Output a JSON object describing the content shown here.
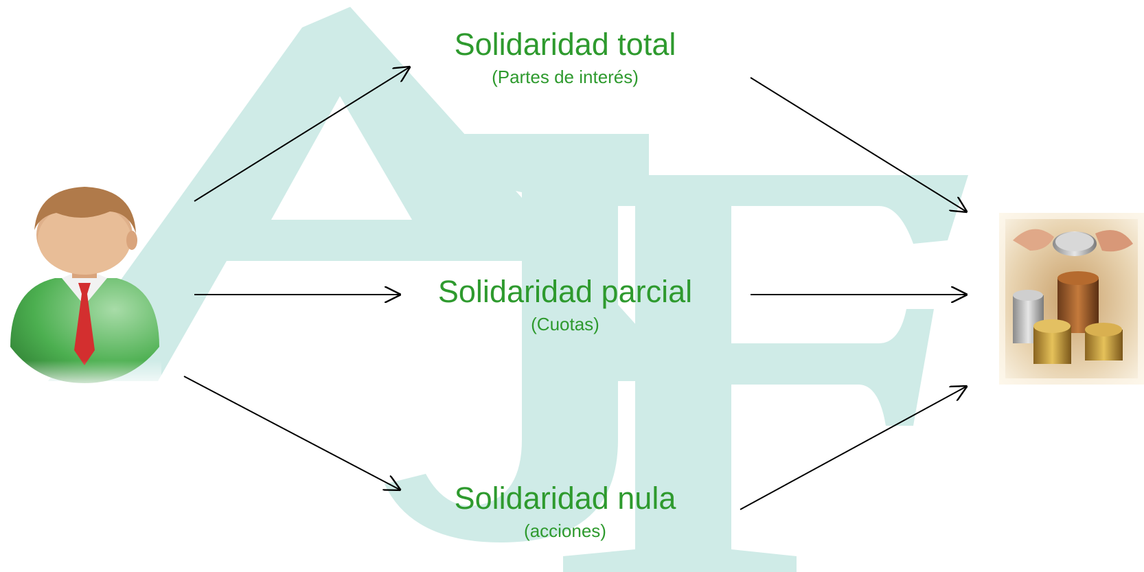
{
  "diagram": {
    "nodes": [
      {
        "id": "total",
        "title": "Solidaridad total",
        "subtitle": "(Partes de interés)"
      },
      {
        "id": "parcial",
        "title": "Solidaridad parcial",
        "subtitle": "(Cuotas)"
      },
      {
        "id": "nula",
        "title": "Solidaridad nula",
        "subtitle": "(acciones)"
      }
    ],
    "edges": [
      {
        "from": "person",
        "to": "total"
      },
      {
        "from": "person",
        "to": "parcial"
      },
      {
        "from": "person",
        "to": "nula"
      },
      {
        "from": "total",
        "to": "coins"
      },
      {
        "from": "parcial",
        "to": "coins"
      },
      {
        "from": "nula",
        "to": "coins"
      }
    ]
  },
  "icons": {
    "source": "businessman-icon",
    "target": "coins-icon"
  },
  "colors": {
    "label": "#2e9a2e",
    "watermark": "#cfebe7",
    "arrow": "#000000"
  }
}
